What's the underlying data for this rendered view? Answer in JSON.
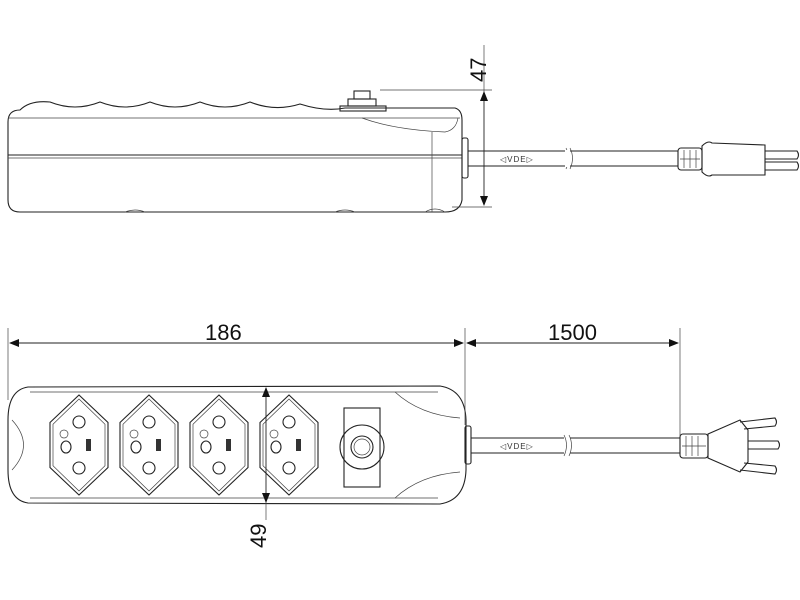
{
  "drawing": {
    "title": "Power strip dimensional drawing",
    "side_view": {
      "height_dim": "47",
      "cord_marking": "◁VDE▷"
    },
    "top_view": {
      "length_dim": "186",
      "cord_length_dim": "1500",
      "width_dim": "49",
      "cord_marking": "◁VDE▷",
      "socket_count": 4
    }
  }
}
